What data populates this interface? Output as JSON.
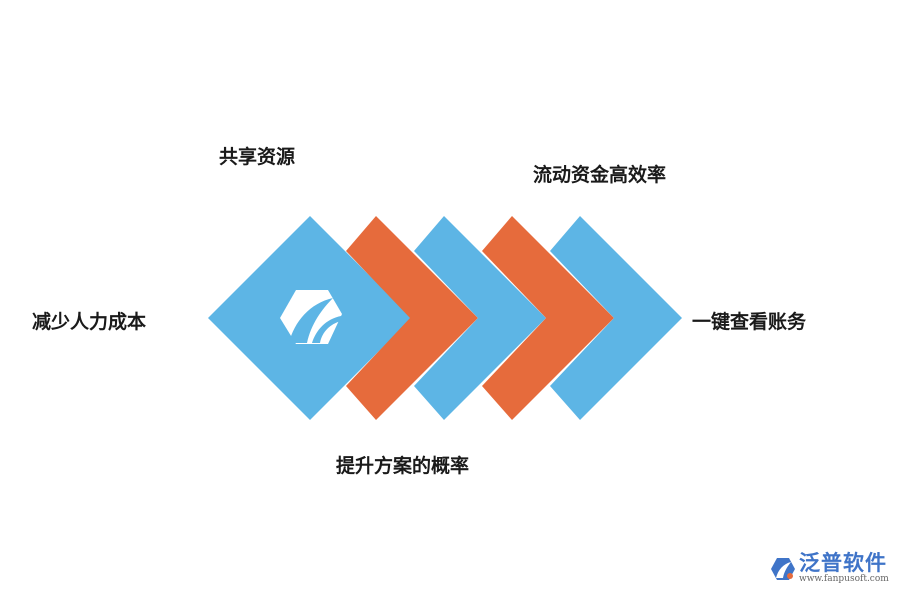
{
  "labels": {
    "top_left": "共享资源",
    "top_right": "流动资金高效率",
    "left": "减少人力成本",
    "right": "一键查看账务",
    "bottom": "提升方案的概率"
  },
  "watermark": {
    "name": "泛普软件",
    "url": "www.fanpusoft.com"
  },
  "colors": {
    "blue": "#5db5e5",
    "orange": "#e66b3c",
    "logo": "#ffffff",
    "brand": "#3f74c8"
  },
  "icons": {
    "center": "leaf-logo-icon",
    "watermark": "fanpu-logo-icon"
  }
}
